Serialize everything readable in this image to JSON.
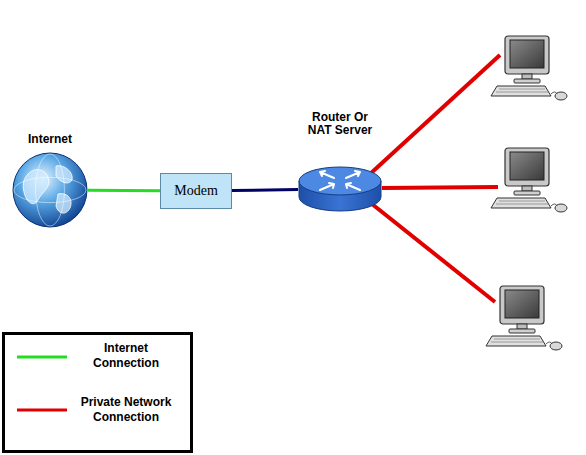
{
  "diagram": {
    "nodes": [
      {
        "text": [
          "Internet"
        ]
      },
      {
        "text": [
          "Modem"
        ]
      },
      {
        "text": [
          "Router Or NAT Server"
        ]
      }
    ],
    "edges": [
      {
        "from": 0,
        "to": 1,
        "arrow": "none"
      },
      {
        "from": 1,
        "to": 2,
        "arrow": "none"
      }
    ],
    "legend": [
      {
        "text": "Internet Connection"
      },
      {
        "text": "Private Network Connection"
      }
    ]
  }
}
